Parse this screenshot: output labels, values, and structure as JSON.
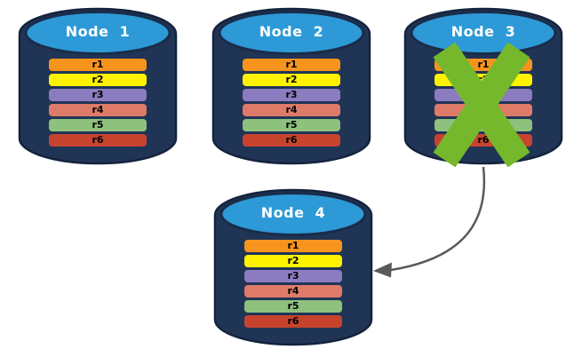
{
  "diagram": {
    "type": "database-replication-failover",
    "nodes": [
      {
        "label": "Node  1",
        "failed": false,
        "rows": [
          "r1",
          "r2",
          "r3",
          "r4",
          "r5",
          "r6"
        ]
      },
      {
        "label": "Node  2",
        "failed": false,
        "rows": [
          "r1",
          "r2",
          "r3",
          "r4",
          "r5",
          "r6"
        ]
      },
      {
        "label": "Node  3",
        "failed": true,
        "rows": [
          "r1",
          "r2",
          "r3",
          "r4",
          "r5",
          "r6"
        ]
      },
      {
        "label": "Node  4",
        "failed": false,
        "rows": [
          "r1",
          "r2",
          "r3",
          "r4",
          "r5",
          "r6"
        ]
      }
    ],
    "arrow": {
      "from": "Node 3",
      "to": "Node 4"
    },
    "colors": {
      "row_colors": [
        "#F7941E",
        "#FEF200",
        "#8B7CC0",
        "#DE7B68",
        "#8EC17D",
        "#C8432E"
      ],
      "cylinder_top": "#2D9AD7",
      "cylinder_body": "#203456",
      "cylinder_outline": "#14233C",
      "failure_x": "#76B82B",
      "arrow": "#595959"
    }
  }
}
